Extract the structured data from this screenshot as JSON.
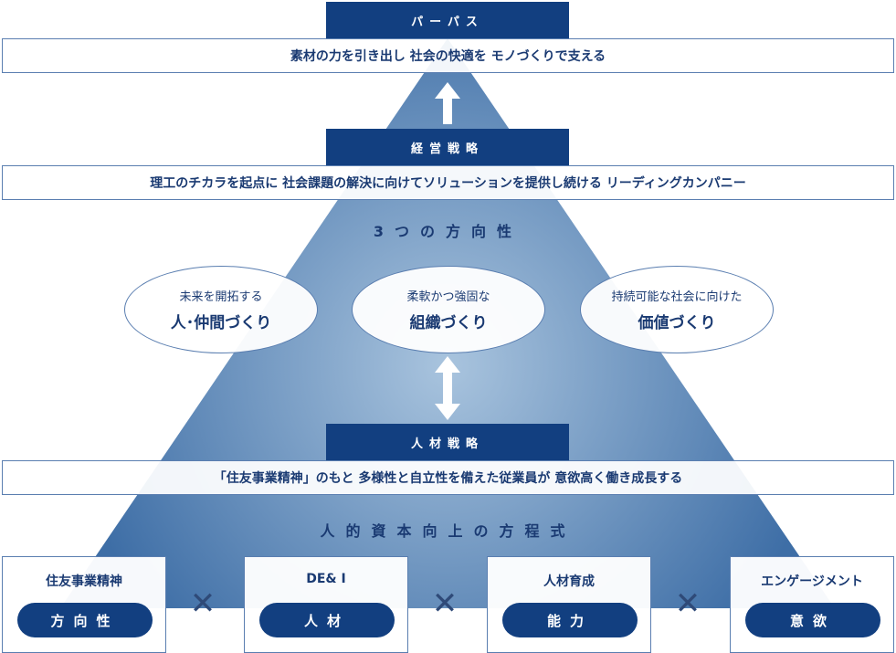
{
  "purpose": {
    "tag": "パーパス",
    "text": "素材の力を引き出し 社会の快適を モノづくりで支える"
  },
  "strategy": {
    "tag": "経営戦略",
    "text": "理工のチカラを起点に 社会課題の解決に向けてソリューションを提供し続ける リーディングカンパニー"
  },
  "directions": {
    "heading": "3つの方向性",
    "items": [
      {
        "sub": "未来を開拓する",
        "main": "人･仲間づくり"
      },
      {
        "sub": "柔軟かつ強固な",
        "main": "組織づくり"
      },
      {
        "sub": "持続可能な社会に向けた",
        "main": "価値づくり"
      }
    ]
  },
  "hr_strategy": {
    "tag": "人材戦略",
    "text": "「住友事業精神」のもと 多様性と自立性を備えた従業員が 意欲高く働き成長する"
  },
  "equation": {
    "heading": "人的資本向上の方程式",
    "operator": "✕",
    "factors": [
      {
        "title": "住友事業精神",
        "label": "方向性"
      },
      {
        "title": "DE& I",
        "label": "人材"
      },
      {
        "title": "人材育成",
        "label": "能力"
      },
      {
        "title": "エンゲージメント",
        "label": "意欲"
      }
    ]
  },
  "colors": {
    "navy": "#123f80",
    "pyramid_light": "#a9c4de",
    "pyramid_dark": "#3e6ea6",
    "border": "#5a7eb0"
  }
}
